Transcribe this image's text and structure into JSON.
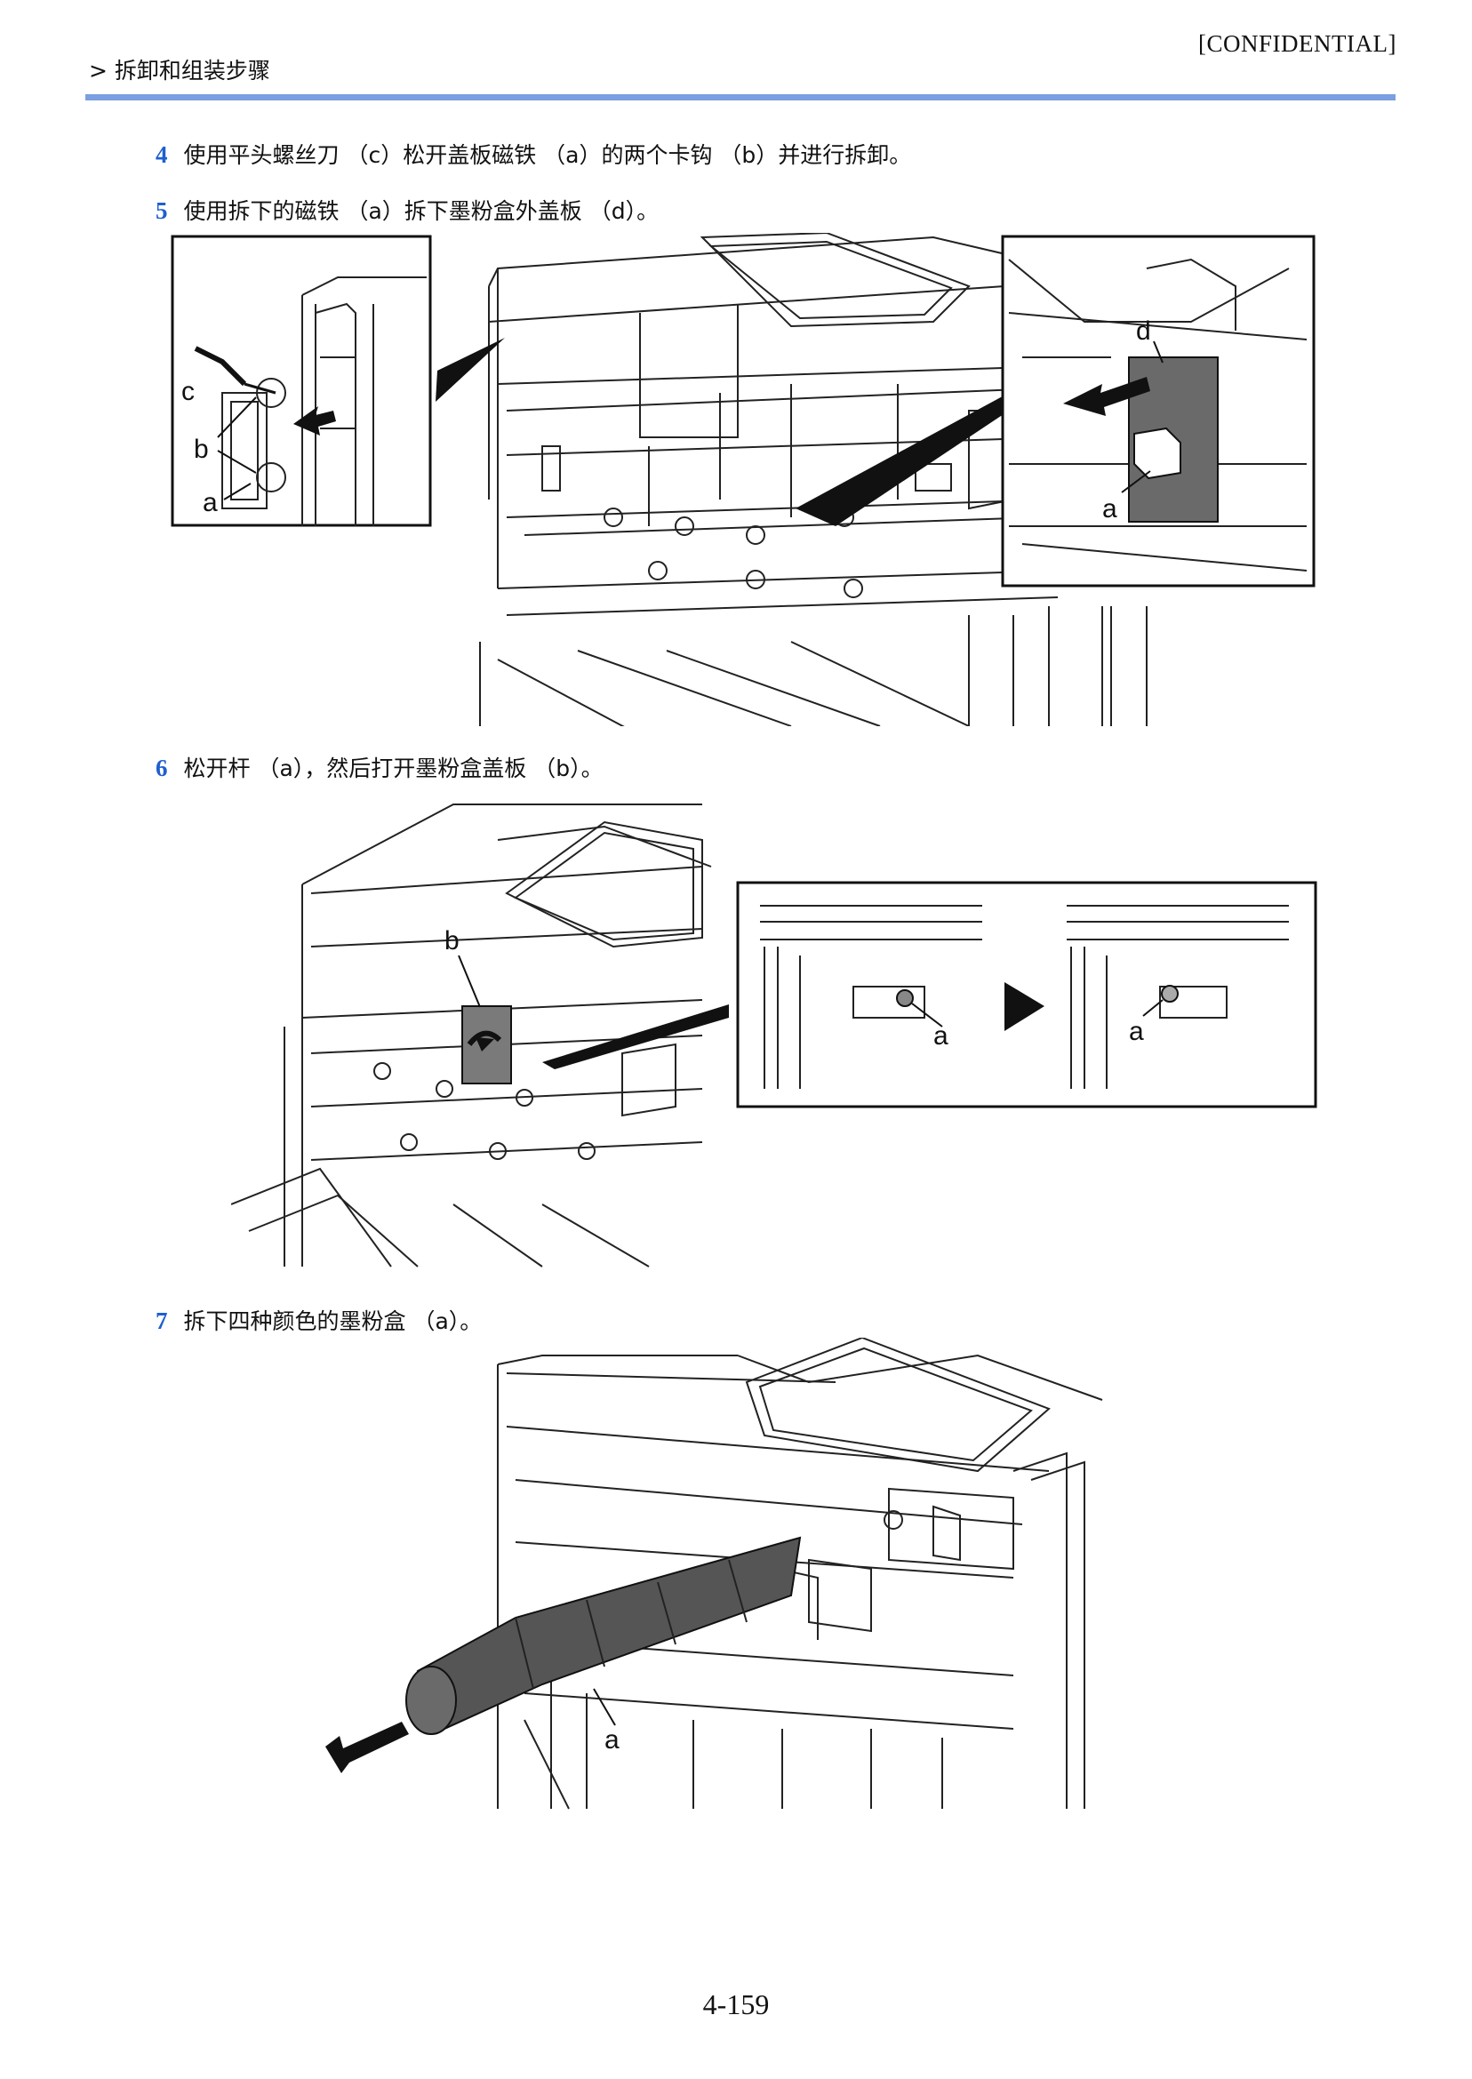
{
  "header": {
    "confidential": "[CONFIDENTIAL]",
    "breadcrumb": "> 拆卸和组装步骤"
  },
  "steps": [
    {
      "number": "4",
      "text": "使用平头螺丝刀 （c）松开盖板磁铁 （a）的两个卡钩 （b）并进行拆卸。"
    },
    {
      "number": "5",
      "text": "使用拆下的磁铁 （a）拆下墨粉盒外盖板 （d）。"
    },
    {
      "number": "6",
      "text": "松开杆 （a），然后打开墨粉盒盖板 （b）。"
    },
    {
      "number": "7",
      "text": "拆下四种颜色的墨粉盒 （a）。"
    }
  ],
  "figure1": {
    "inset_left_labels": {
      "c": "c",
      "b": "b",
      "a": "a"
    },
    "inset_right_labels": {
      "d": "d",
      "a": "a"
    }
  },
  "figure2": {
    "label_b": "b",
    "inset_labels": {
      "a_left": "a",
      "a_right": "a"
    }
  },
  "figure3": {
    "label_a": "a"
  },
  "footer": {
    "page_number": "4-159"
  }
}
